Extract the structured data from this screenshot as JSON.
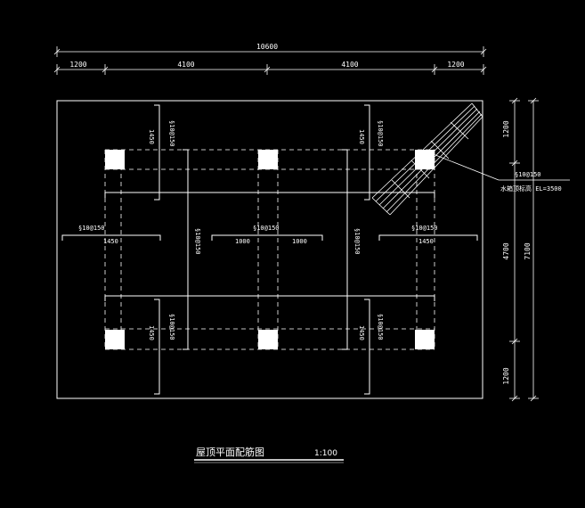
{
  "dimensions": {
    "overall": "10600",
    "segments": [
      "1200",
      "4100",
      "4100",
      "1200"
    ],
    "right_inner": [
      "1200",
      "4700",
      "1200"
    ],
    "right_total": "7100"
  },
  "rebar_labels": {
    "h_left": "§10@150",
    "h_center": "§10@150",
    "h_right": "§10@150",
    "v_top_left": "§10@150",
    "v_top_right": "§10@150",
    "v_mid_left": "§10@150",
    "v_mid_right": "§10@150",
    "v_bot_left": "§10@150",
    "v_bot_right": "§10@150",
    "side_callout": "§10@150"
  },
  "span_labels": {
    "h_left_len": "1450",
    "h_center_a": "1000",
    "h_center_b": "1000",
    "h_right_len": "1450",
    "v_top_left_len": "1450",
    "v_top_right_len": "1450",
    "v_bot_left_len": "1450",
    "v_bot_right_len": "1450"
  },
  "callout": {
    "text": "水箱顶标高 EL=3500"
  },
  "title": {
    "name": "屋顶平面配筋图",
    "scale": "1:100"
  }
}
